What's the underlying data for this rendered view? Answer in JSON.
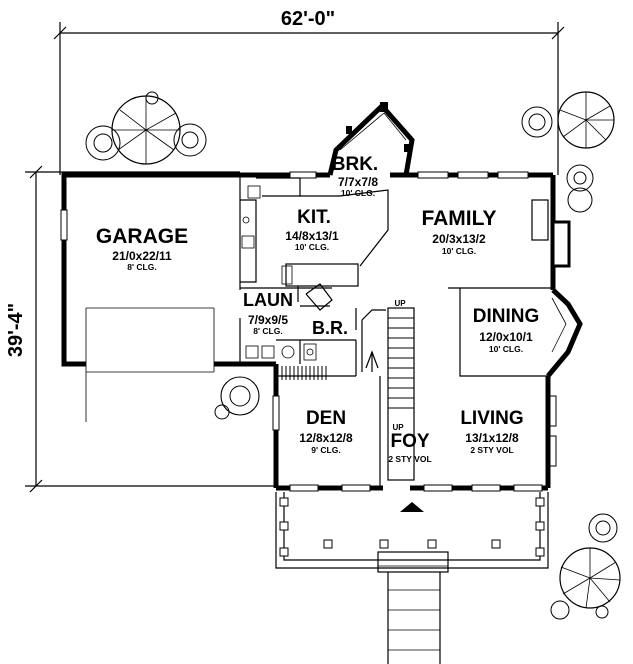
{
  "dimensions": {
    "width": "62'-0\"",
    "depth": "39'-4\""
  },
  "rooms": {
    "garage": {
      "name": "GARAGE",
      "size": "21/0x22/11",
      "ceiling": "8' CLG."
    },
    "breakfast": {
      "name": "BRK.",
      "size": "7/7x7/8",
      "ceiling": "10' CLG."
    },
    "kitchen": {
      "name": "KIT.",
      "size": "14/8x13/1",
      "ceiling": "10' CLG."
    },
    "family": {
      "name": "FAMILY",
      "size": "20/3x13/2",
      "ceiling": "10' CLG."
    },
    "laundry": {
      "name": "LAUN",
      "size": "7/9x9/5",
      "ceiling": "8' CLG."
    },
    "bath": {
      "name": "B.R."
    },
    "dining": {
      "name": "DINING",
      "size": "12/0x10/1",
      "ceiling": "10' CLG."
    },
    "den": {
      "name": "DEN",
      "size": "12/8x12/8",
      "ceiling": "9' CLG."
    },
    "foyer": {
      "name": "FOY",
      "ceiling": "2 STY VOL"
    },
    "living": {
      "name": "LIVING",
      "size": "13/1x12/8",
      "ceiling": "2 STY VOL"
    }
  },
  "stairs": {
    "up_upper": "UP",
    "up_lower": "UP"
  }
}
